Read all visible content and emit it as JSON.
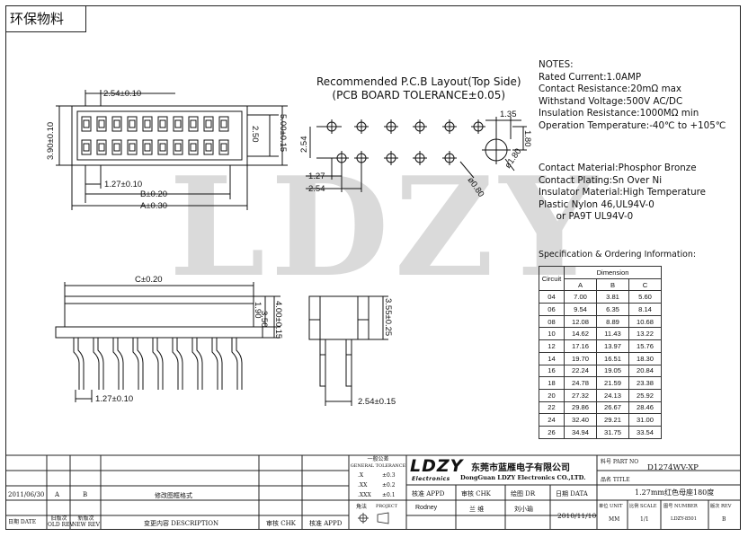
{
  "header": {
    "eco_label": "环保物料"
  },
  "watermark": "LDZY",
  "dims": {
    "top_pitch": "2.54±0.10",
    "top_height_left": "3.90±0.10",
    "top_h1": "2.50",
    "top_h2": "5.00±0.15",
    "top_p127": "1.27±0.10",
    "top_b": "B±0.20",
    "top_a": "A±0.30",
    "front_c": "C±0.20",
    "front_190": "1.90",
    "front_350": "3.50",
    "front_400": "4.00±0.15",
    "front_p127": "1.27±0.10",
    "side_355": "3.55±0.25",
    "side_254": "2.54±0.15",
    "pcb_135": "1.35",
    "pcb_254a": "2.54",
    "pcb_180a": "1.80",
    "pcb_127": "1.27",
    "pcb_254b": "2.54",
    "pcb_080": "ø0.80",
    "pcb_180b": "ø1.80"
  },
  "pcb": {
    "title_line1": "Recommended P.C.B Layout(Top Side)",
    "title_line2": "(PCB BOARD TOLERANCE±0.05)"
  },
  "notes": {
    "line1": "NOTES:",
    "line2": "Rated Current:1.0AMP",
    "line3": "Contact Resistance:20mΩ max",
    "line4": "Withstand Voltage:500V AC/DC",
    "line5": "Insulation Resistance:1000MΩ min",
    "line6": "Operation Temperature:-40℃ to +105℃"
  },
  "materials": {
    "line1": "Contact Material:Phosphor Bronze",
    "line2": "Contact Plating:Sn Over Ni",
    "line3": "Insulator Material:High Temperature",
    "line4": "Plastic Nylon 46,UL94V-0",
    "line5": "      or PA9T UL94V-0"
  },
  "spec": {
    "title": "Specification & Ordering Information:",
    "circuit_header": "Circuit",
    "dimension_header": "Dimension",
    "col_a": "A",
    "col_b": "B",
    "col_c": "C",
    "rows": [
      [
        "04",
        "7.00",
        "3.81",
        "5.60"
      ],
      [
        "06",
        "9.54",
        "6.35",
        "8.14"
      ],
      [
        "08",
        "12.08",
        "8.89",
        "10.68"
      ],
      [
        "10",
        "14.62",
        "11.43",
        "13.22"
      ],
      [
        "12",
        "17.16",
        "13.97",
        "15.76"
      ],
      [
        "14",
        "19.70",
        "16.51",
        "18.30"
      ],
      [
        "16",
        "22.24",
        "19.05",
        "20.84"
      ],
      [
        "18",
        "24.78",
        "21.59",
        "23.38"
      ],
      [
        "20",
        "27.32",
        "24.13",
        "25.92"
      ],
      [
        "22",
        "29.86",
        "26.67",
        "28.46"
      ],
      [
        "24",
        "32.40",
        "29.21",
        "31.00"
      ],
      [
        "26",
        "34.94",
        "31.75",
        "33.54"
      ]
    ]
  },
  "titleblock": {
    "tol_title": "一般公差",
    "tol_sub": "GENERAL TOLERANCE",
    "tol_x": ".X",
    "tol_x_val": "±0.3",
    "tol_xx": ".XX",
    "tol_xx_val": "±0.2",
    "tol_xxx": ".XXX",
    "tol_xxx_val": "±0.1",
    "proj_cn": "角法",
    "proj_en": "PROJECT",
    "logo": "LDZY",
    "logo_sub": "Electronics",
    "company_cn": "东莞市蓝雁电子有限公司",
    "company_en": "DongGuan LDZY Electronics CO.,LTD.",
    "part_no_label": "料号 PART NO",
    "part_no": "D1274WV-XP",
    "title_label": "品名 TITLE",
    "title": "1.27mm红色母座180度",
    "appd_label": "核准 APPD",
    "chk_label": "审核 CHK",
    "dr_label": "绘图 DR",
    "date_label": "日期 DATA",
    "appd_name": "Rodney",
    "chk_name": "兰 维",
    "dr_name": "刘小瑜",
    "draw_date": "2010/11/10",
    "unit_label": "单位 UNIT",
    "unit_val": "MM",
    "scale_label": "比例 SCALE",
    "scale_val": "1/1",
    "dwg_label": "图号 NUMBER",
    "dwg_val": "LDZY-8501",
    "rev_label": "版次 REV",
    "rev_val": "B",
    "hist_date": "2011/06/30",
    "hist_old": "A",
    "hist_new": "B",
    "hist_desc": "修改图框格式",
    "col_date": "日期 DATE",
    "col_old_cn": "旧版次",
    "col_old_en": "OLD REV",
    "col_new_cn": "新版次",
    "col_new_en": "NEW REV",
    "col_desc": "变更内容 DESCRIPTION",
    "col_chk": "审核 CHK",
    "col_appd": "核准 APPD"
  }
}
